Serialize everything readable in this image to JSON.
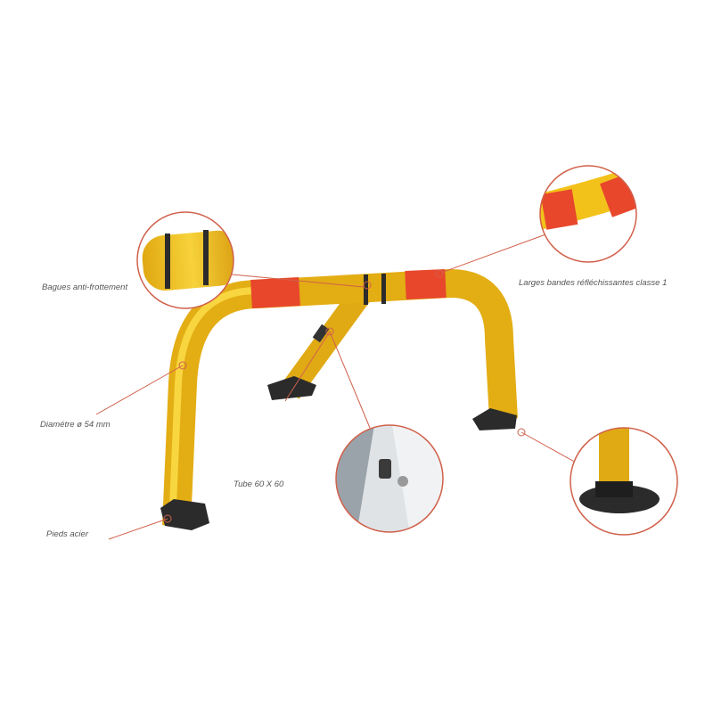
{
  "labels": {
    "rings": "Bagues anti-frottement",
    "bands": "Larges bandes réfléchissantes classe 1",
    "diameter": "Diamétre ø 54 mm",
    "tube": "Tube 60 X 60",
    "feet": "Pieds acier"
  },
  "colors": {
    "tube": "#f2c21b",
    "band": "#e8472c",
    "leader": "#d0604a",
    "dark": "#2b2b2b"
  }
}
